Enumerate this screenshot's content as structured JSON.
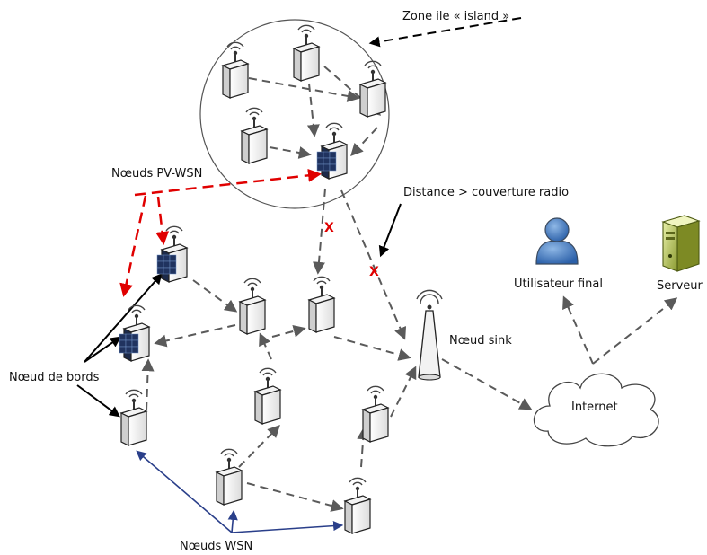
{
  "labels": {
    "zone_ile": "Zone ile « island »",
    "pv_wsn": "Nœuds PV-WSN",
    "distance": "Distance > couverture radio",
    "noeud_bords": "Nœud de bords",
    "noeud_sink": "Nœud sink",
    "utilisateur": "Utilisateur final",
    "serveur": "Serveur",
    "internet": "Internet",
    "noeuds_wsn": "Nœuds WSN",
    "x_mark": "X"
  },
  "colors": {
    "link": "#5a5a5a",
    "pv_link": "#e00000",
    "wsn_link": "#2a3f8a",
    "pointer": "#000000",
    "x_mark": "#e00000"
  },
  "icons": [
    "sensor-node-icon",
    "solar-sensor-node-icon",
    "sink-antenna-icon",
    "user-icon",
    "server-icon",
    "cloud-icon"
  ]
}
